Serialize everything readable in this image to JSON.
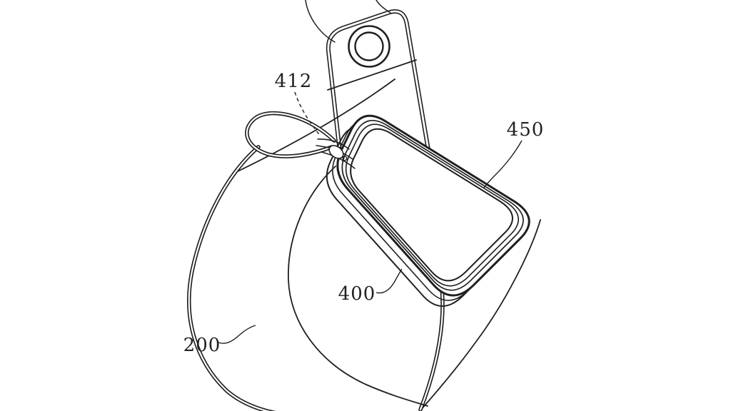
{
  "figure": {
    "kind": "patent-line-drawing",
    "subject": "smartwatch with band-mounted fold-up camera tab",
    "background_color": "#ffffff",
    "ink_color": "#1f1f1f",
    "labels": [
      {
        "text": "412",
        "points_to": "band-fold-loop"
      },
      {
        "text": "450",
        "points_to": "watch-display"
      },
      {
        "text": "400",
        "points_to": "watch-body"
      },
      {
        "text": "200",
        "points_to": "watch-band"
      }
    ]
  }
}
